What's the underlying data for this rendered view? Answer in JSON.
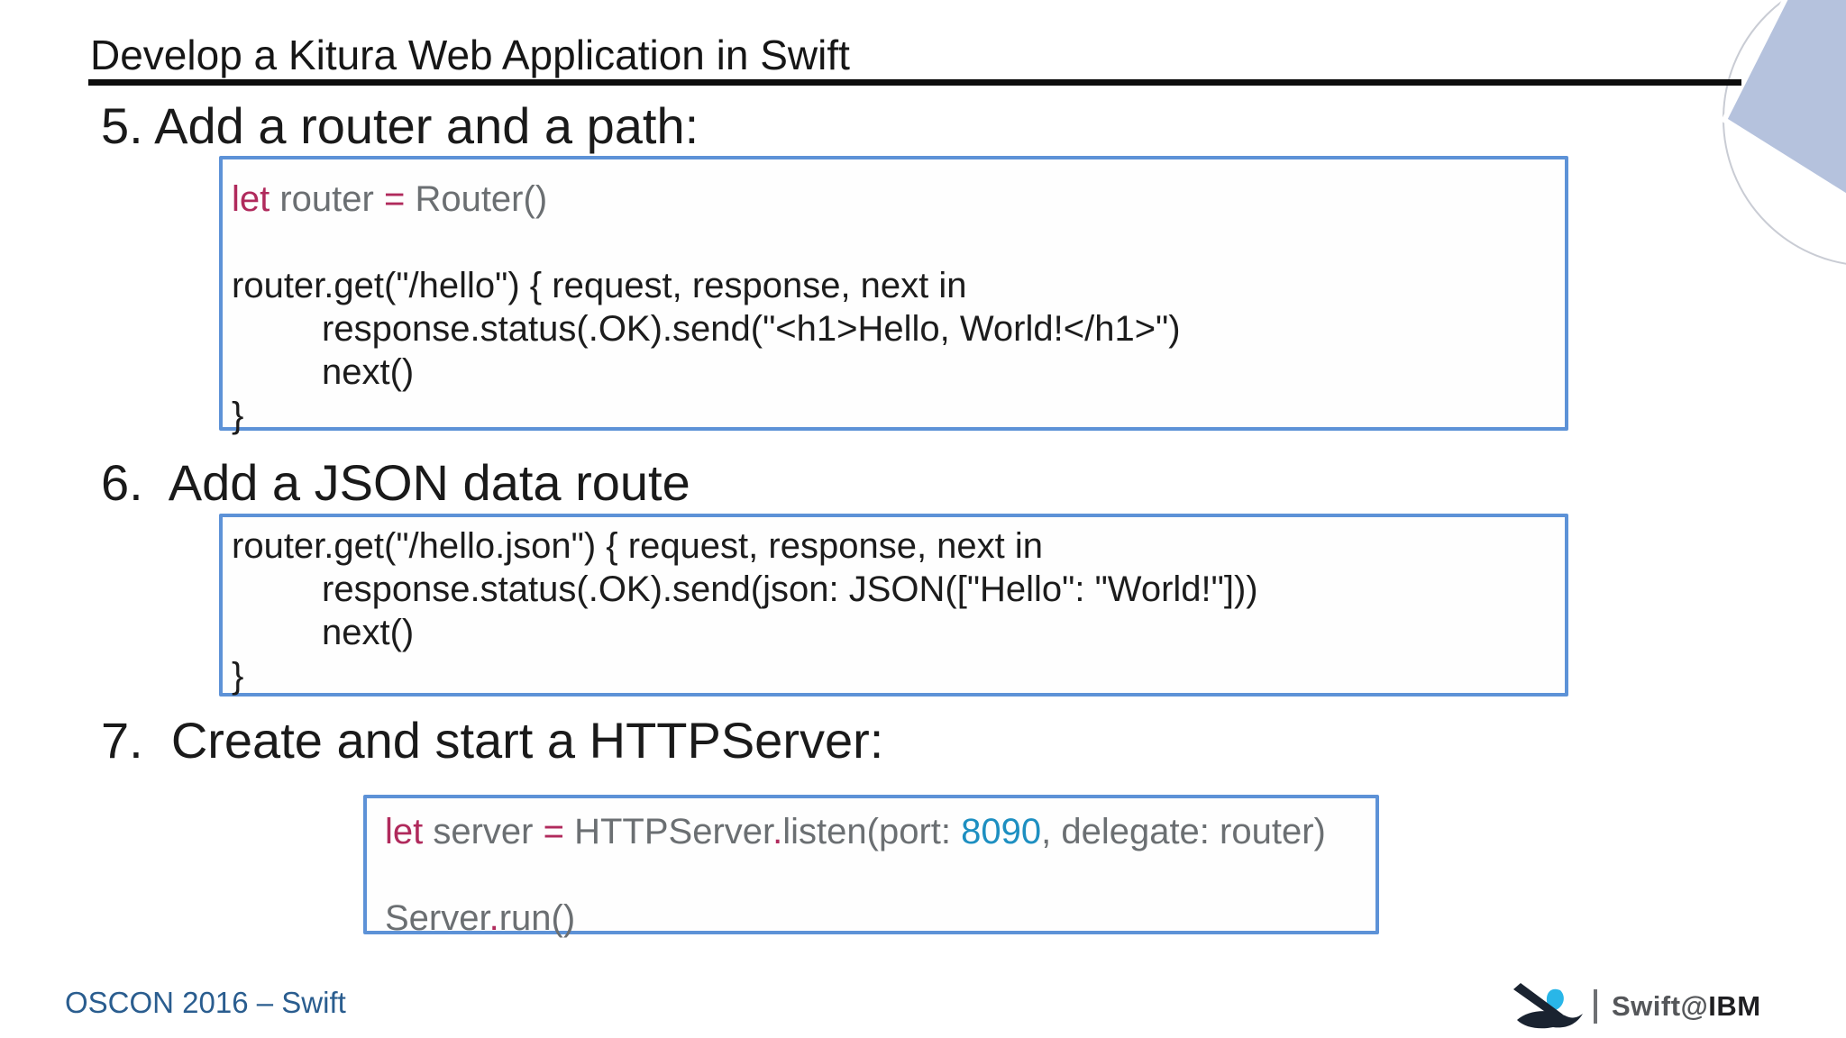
{
  "slide": {
    "title": "Develop a Kitura Web Application in Swift",
    "footer": "OSCON 2016 – Swift"
  },
  "sections": [
    {
      "heading": "5. Add a router and a path:",
      "code": [
        {
          "indent": false,
          "tokens": [
            {
              "style": "kw",
              "text": "let"
            },
            {
              "style": "gray",
              "text": " router "
            },
            {
              "style": "kw",
              "text": "="
            },
            {
              "style": "gray",
              "text": " Router()"
            }
          ]
        },
        {
          "indent": false,
          "tokens": []
        },
        {
          "indent": false,
          "tokens": [
            {
              "style": "dark",
              "text": "router.get(\"/hello\") { request, response, next in"
            }
          ]
        },
        {
          "indent": true,
          "tokens": [
            {
              "style": "dark",
              "text": "response.status(.OK).send(\"<h1>Hello, World!</h1>\")"
            }
          ]
        },
        {
          "indent": true,
          "tokens": [
            {
              "style": "dark",
              "text": "next()"
            }
          ]
        },
        {
          "indent": false,
          "tokens": [
            {
              "style": "dark",
              "text": "}"
            }
          ]
        }
      ]
    },
    {
      "heading": "6.  Add a JSON data route",
      "code": [
        {
          "indent": false,
          "tokens": [
            {
              "style": "dark",
              "text": "router.get(\"/hello.json\") { request, response, next in"
            }
          ]
        },
        {
          "indent": true,
          "tokens": [
            {
              "style": "dark",
              "text": "response.status(.OK).send(json: JSON([\"Hello\": \"World!\"]))"
            }
          ]
        },
        {
          "indent": true,
          "tokens": [
            {
              "style": "dark",
              "text": "next()"
            }
          ]
        },
        {
          "indent": false,
          "tokens": [
            {
              "style": "dark",
              "text": "}"
            }
          ]
        }
      ]
    },
    {
      "heading": "7.  Create and start a HTTPServer:",
      "code": [
        {
          "indent": false,
          "tokens": [
            {
              "style": "kw",
              "text": "let"
            },
            {
              "style": "gray",
              "text": " server "
            },
            {
              "style": "kw",
              "text": "="
            },
            {
              "style": "gray",
              "text": " HTTPServer"
            },
            {
              "style": "kw",
              "text": "."
            },
            {
              "style": "gray",
              "text": "listen(port: "
            },
            {
              "style": "num",
              "text": "8090"
            },
            {
              "style": "gray",
              "text": ", delegate: router)"
            }
          ]
        },
        {
          "indent": false,
          "tokens": []
        },
        {
          "indent": false,
          "tokens": [
            {
              "style": "gray",
              "text": "Server"
            },
            {
              "style": "kw",
              "text": "."
            },
            {
              "style": "gray",
              "text": "run()"
            }
          ]
        }
      ]
    }
  ],
  "brand": {
    "icon": "swift-bird-icon",
    "separator": "|",
    "name_prefix": "Swift@",
    "name_suffix": "IBM"
  },
  "colors": {
    "code_box_border": "#5d92d7",
    "keyword": "#b02a5c",
    "number": "#1d8fc1",
    "code_gray": "#6b6f72",
    "code_dark": "#1c1c1c",
    "footer_blue": "#2a5d8f",
    "corner_diamond_fill": "#b5c2dd",
    "corner_circle_stroke": "#c9ccd4",
    "bird_dark": "#1a2330",
    "bird_cyan": "#29b6e8",
    "underline_black": "#0d0d0d"
  }
}
